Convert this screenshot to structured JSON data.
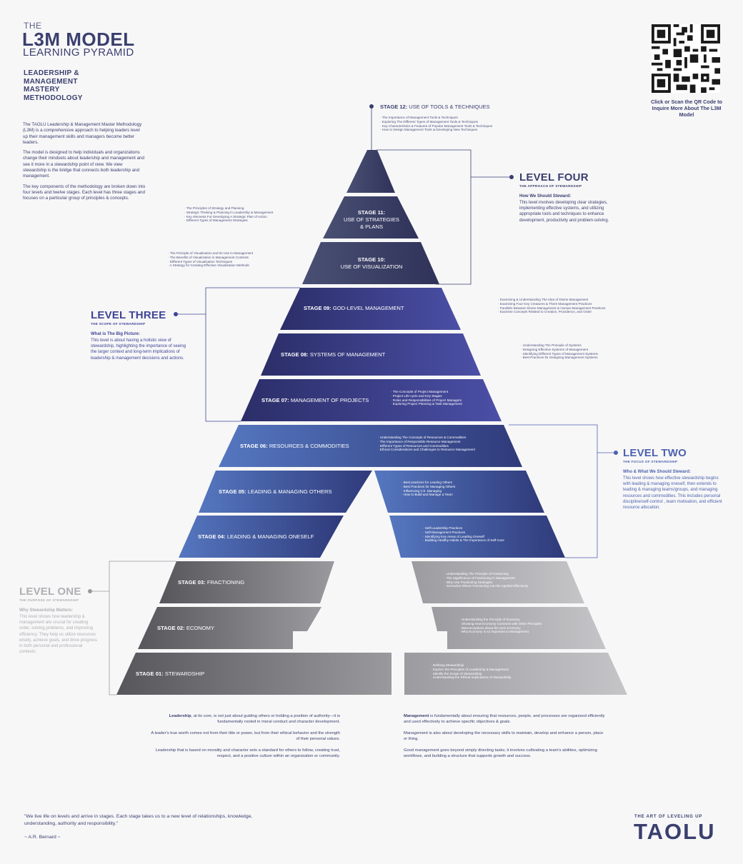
{
  "header": {
    "the": "THE",
    "model": "L3M MODEL",
    "subtitle": "LEARNING PYRAMID",
    "methodology": "LEADERSHIP & MANAGEMENT MASTERY METHODOLOGY"
  },
  "intro": {
    "p1": "The TAOLU Leadership & Management Master Methodology (L3M) is a comprehensive approach to helping leaders level up their management skills and managers become better leaders.",
    "p2": "The model is designed to help individuals and organizations change their mindsets about leadership and management and see it more in a stewardship point of view. We view stewardship is the bridge that connects both leadership and management.",
    "p3": "The key components of the methodology are broken down into four levels and twelve stages. Each level has three stages and focuses on a particular group of principles & concepts."
  },
  "qr": {
    "caption": "Click or Scan the QR Code to Inquire More About The L3M Model"
  },
  "levels": [
    {
      "title": "LEVEL FOUR",
      "sub": "THE APPROACH OF STEWARDSHIP",
      "heading": "How We Should Steward:",
      "desc": "This level involves developing clear strategies, implementing effective systems, and utilizing appropriate tools and techniques to enhance development, productivity and problem-solving."
    },
    {
      "title": "LEVEL THREE",
      "sub": "THE SCOPE OF STEWARDSHIP",
      "heading": "What is The Big Picture:",
      "desc": "This level is about having a holistic view of stewardship, highlighting the importance of seeing the larger context and long-term implications of leadership & management decisions and actions."
    },
    {
      "title": "LEVEL TWO",
      "sub": "THE FOCUS OF STEWARDSHIP",
      "heading": "Who & What We Should Steward:",
      "desc": "This level shows how effective stewardship begins with leading & managing oneself, then extends to leading & managing teams/groups, and managing resources and commodities. This includes personal discipline/self-control , team motivation, and efficient resource allocation."
    },
    {
      "title": "LEVEL ONE",
      "sub": "THE PURPOSE OF STEWARDSHIP",
      "heading": "Why Stewardship Matters:",
      "desc": "This level shows how leadership & management are crucial for creating order, solving problems, and improving efficiency. They help us utilize resources wisely, achieve goals, and drive progress in both personal and professional contexts."
    }
  ],
  "stages": [
    {
      "num": "STAGE 12:",
      "name": "USE OF TOOLS & TECHNIQUES",
      "bullets": [
        "The Importance of Management Tools & Techniques",
        "Exploring The Different Types of Management Tools & Techniques",
        "Key Characteristics & Features of Popular Management Tools & Techniques",
        "How to Design Management Tools & Developing New Techniques"
      ]
    },
    {
      "num": "STAGE 11:",
      "name": "USE OF STRATEGIES",
      "name2": "& PLANS",
      "bullets": [
        "The Principles of Strategy and Planning",
        "Strategic Thinking & Planning in Leadership & Management",
        "Key elements For Developing A Strategic Plan of Action",
        "Different Types of Management Strategies"
      ]
    },
    {
      "num": "STAGE 10:",
      "name": "USE OF VISUALIZATION",
      "bullets": [
        "The Principle of Visualization and Its Use in Management",
        "The Benefits of Visualization in Management Contexts",
        "Different Types of Visualization Techniques",
        "A Strategy for Creating Effective Visualization Methods"
      ]
    },
    {
      "num": "STAGE 09:",
      "name": "GOD-LEVEL MANAGEMENT",
      "bullets": [
        "Examining & Understanding The Idea of Divine Management",
        "Examining Four Key Creatures & There Management Practices",
        "Parallels Between Divine Management & Human Management Practices",
        "Examine Concepts Related to Creation, Providence, and Order"
      ]
    },
    {
      "num": "STAGE 08:",
      "name": "SYSTEMS OF MANAGEMENT",
      "bullets": [
        "Understanding The Principle of Systems",
        "Designing Effective Systems of Management",
        "Identifying Different Types of Management Systems",
        "Best Practices for Designing Management Systems"
      ]
    },
    {
      "num": "STAGE 07:",
      "name": "MANAGEMENT OF PROJECTS",
      "bullets": [
        "The Concepts of Project Management",
        "Project Life-cycle and Key Stages",
        "Roles and Responsibilities of Project Managers",
        "Exploring Project Planning & Task Management"
      ]
    },
    {
      "num": "STAGE 06:",
      "name": "RESOURCES & COMMODITIES",
      "bullets": [
        "Understanding The Concepts of Resources & Commodities",
        "The Importance of Responsible Resource Management",
        "Different Types of Resources and Commodities",
        "Ethical Considerations and Challenges to Resource Management"
      ]
    },
    {
      "num": "STAGE 05:",
      "name": "LEADING & MANAGING OTHERS",
      "bullets": [
        "Best practices for Leading Others",
        "Best Practices for Managing Others",
        "Influencing V.S. Managing",
        "How to Build and Manage a Team"
      ]
    },
    {
      "num": "STAGE 04:",
      "name": "LEADING & MANAGING ONESELF",
      "bullets": [
        "Self-Leadership Practices",
        "Self-Management Practices",
        "Identifying Key Areas of Leading Oneself",
        "Building Healthy Habits & The Importance of Self-Care"
      ]
    },
    {
      "num": "STAGE 03:",
      "name": "FRACTIONING",
      "bullets": [
        "Understanding The Principle of Fractioning",
        "The Significance of Fractioning in Management",
        "Why Use Fractioning Strategies",
        "Scenarios Where Fractioning Can Be Applied Effectively"
      ]
    },
    {
      "num": "STAGE 02:",
      "name": "ECONOMY",
      "bullets": [
        "Understanding the Principle of Economy",
        "Showing How Economy Connects with Other Principles",
        "Misconceptions about the term Economy",
        "Why Economy is so Important to Management"
      ]
    },
    {
      "num": "STAGE 01:",
      "name": "STEWARDSHIP",
      "bullets": [
        "Defining Stewardship",
        "Explore the Principles of Leadership & Management",
        "Identify the Scope of Stewardship",
        "Understanding the Ethical Implications of Stewardship"
      ]
    }
  ],
  "bottom": {
    "leadership_b": "Leadership",
    "leadership_p1": ", at its core, is not just about guiding others or holding a position of authority—it is fundamentally rooted in moral conduct and character development.",
    "leadership_p2": "A leader's true worth comes not from their title or power, but from their ethical behavior and the strength of their personal values.",
    "leadership_p3": "Leadership that is based on morality and character sets a standard for others to follow, creating trust, respect, and a positive culture within an organization or community.",
    "management_b": "Management",
    "management_p1": " is fundamentally about ensuring that resources, people, and processes are organized efficiently and used effectively to achieve specific objectives & goals.",
    "management_p2": "Management is also about developing the necessary skills to maintain, develop and enhance a person, place or thing.",
    "management_p3": "Good management goes beyond simply directing tasks; it involves cultivating a team's abilities, optimizing workflows, and building a structure that supports growth and success."
  },
  "quote": {
    "text": "\"We live life on levels and arrive in stages. Each stage takes us to a new level of relationships, knowledge, understanding, authority and responsibility.\"",
    "author": "~  A.R. Bernard ~"
  },
  "brand": {
    "tagline": "THE ART OF LEVELING UP",
    "name": "TAOLU"
  },
  "colors": {
    "navy": "#3a3f6e",
    "level4": "#454b72",
    "level3": "#3e4494",
    "level2": "#4d62ad",
    "level1": "#6b6b6f",
    "level1_text": "#b0b0b4"
  }
}
